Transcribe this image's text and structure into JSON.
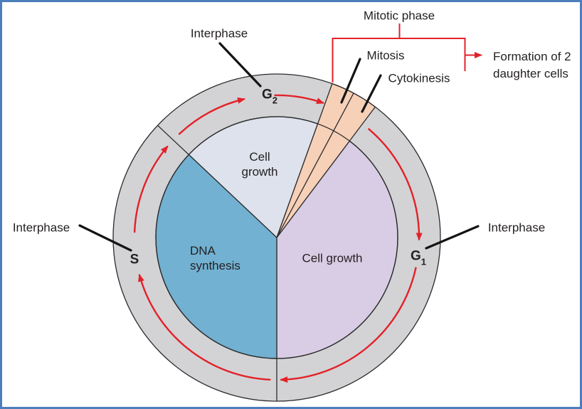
{
  "figure": {
    "type": "cell-cycle-diagram",
    "frame_border_color": "#4d7ebc"
  },
  "colors": {
    "ring": "#d3d3d6",
    "slice_g2": "#dde2ec",
    "slice_s": "#72b1d2",
    "slice_g1": "#d9cde5",
    "wedge_mitotic": "#f7d0b8",
    "red": "#e32128",
    "outline": "#2b2b2b",
    "text": "#231f20",
    "pointer_black": "#141414"
  },
  "labels": {
    "interphase_top": "Interphase",
    "interphase_left": "Interphase",
    "interphase_right": "Interphase",
    "mitotic_phase": "Mitotic phase",
    "mitosis": "Mitosis",
    "cytokinesis": "Cytokinesis",
    "formation_of_daughter_cells": "Formation of 2 daughter cells"
  },
  "phases": {
    "g2": {
      "symbol": "G",
      "subscript": "2",
      "inner_label": "Cell growth"
    },
    "s": {
      "symbol": "S",
      "inner_label": "DNA synthesis"
    },
    "g1": {
      "symbol": "G",
      "subscript": "1",
      "inner_label": "Cell growth"
    }
  },
  "icons": {
    "arrow_direction": "clockwise"
  }
}
